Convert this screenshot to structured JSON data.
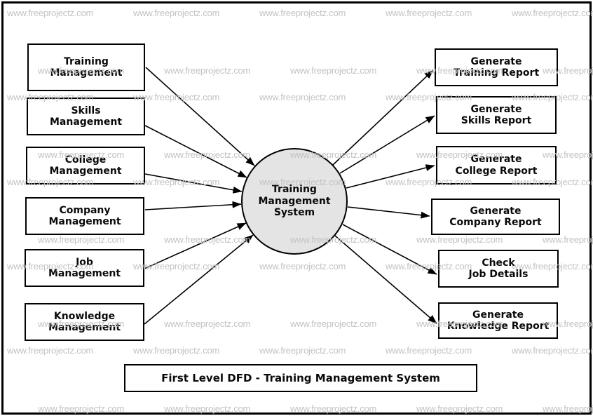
{
  "watermark": {
    "text": "www.freeprojectz.com"
  },
  "colors": {
    "line": "#000000",
    "process_fill": "#e4e4e4",
    "watermark": "#c3c3c3",
    "background": "#ffffff"
  },
  "diagram": {
    "title": "First Level DFD - Training Management System",
    "process": {
      "label": "Training\nManagement\nSystem"
    },
    "entities": [
      {
        "label": "Training\nManagement"
      },
      {
        "label": "Skills\nManagement"
      },
      {
        "label": "College\nManagement"
      },
      {
        "label": "Company\nManagement"
      },
      {
        "label": "Job\nManagement"
      },
      {
        "label": "Knowledge\nManagement"
      }
    ],
    "outputs": [
      {
        "label": "Generate\nTraining Report"
      },
      {
        "label": "Generate\nSkills Report"
      },
      {
        "label": "Generate\nCollege Report"
      },
      {
        "label": "Generate\nCompany Report"
      },
      {
        "label": "Check\nJob Details"
      },
      {
        "label": "Generate\nKnowledge Report"
      }
    ]
  }
}
